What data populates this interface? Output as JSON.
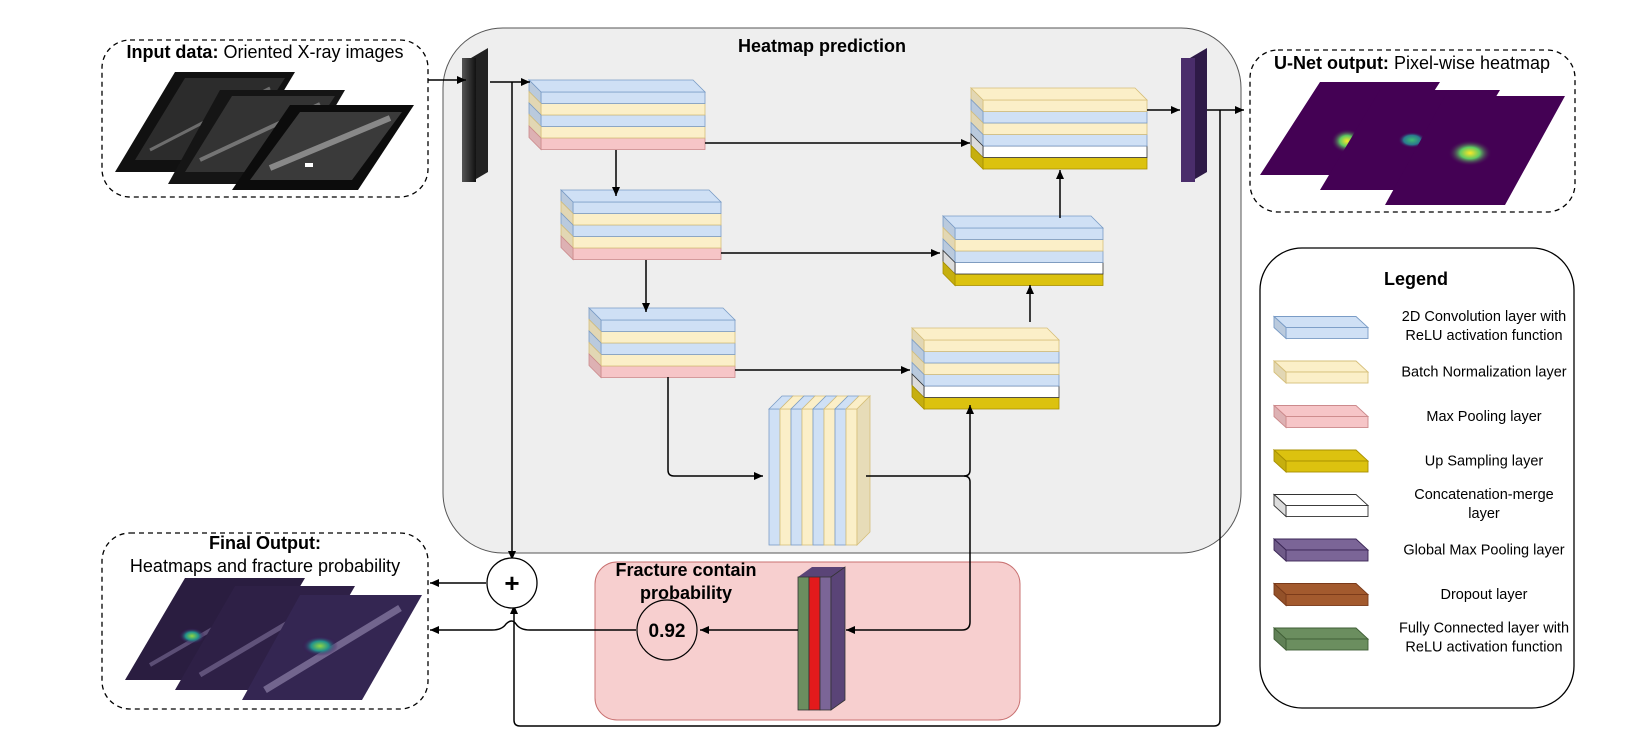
{
  "input": {
    "title_bold": "Input data:",
    "title_rest": " Oriented X-ray images"
  },
  "heatmap_block": {
    "title": "Heatmap prediction"
  },
  "unet": {
    "title_bold": "U-Net output:",
    "title_rest": " Pixel-wise heatmap"
  },
  "final": {
    "title_bold": "Final Output:",
    "subtitle": "Heatmaps and fracture probability"
  },
  "fracture": {
    "title_line1": "Fracture contain",
    "title_line2": "probability",
    "value": "0.92"
  },
  "merge_symbol": "+",
  "legend": {
    "title": "Legend",
    "items": [
      {
        "line1": "2D Convolution layer with",
        "line2": "ReLU activation function",
        "color": "#cfe0f5"
      },
      {
        "line1": "Batch Normalization layer",
        "line2": "",
        "color": "#fbefc8"
      },
      {
        "line1": "Max Pooling layer",
        "line2": "",
        "color": "#f6c5c7"
      },
      {
        "line1": "Up Sampling layer",
        "line2": "",
        "color": "#dcc20f"
      },
      {
        "line1": "Concatenation-merge",
        "line2": "layer",
        "color": "#ffffff"
      },
      {
        "line1": "Global Max Pooling layer",
        "line2": "",
        "color": "#7b6597"
      },
      {
        "line1": "Dropout layer",
        "line2": "",
        "color": "#a35a2e"
      },
      {
        "line1": "Fully Connected layer with",
        "line2": "ReLU activation function",
        "color": "#6b8e5f"
      }
    ]
  },
  "colors": {
    "conv": "#cfe0f5",
    "batchnorm": "#fbefc8",
    "maxpool": "#f6c5c7",
    "upsample": "#dcc20f",
    "concat": "#ffffff",
    "globalpool": "#4a2d6b",
    "dropout": "#e31a1c",
    "dense": "#6b8e5f",
    "heatmap_bg": "#eeeeee",
    "prob_bg": "#f7cfcf"
  }
}
